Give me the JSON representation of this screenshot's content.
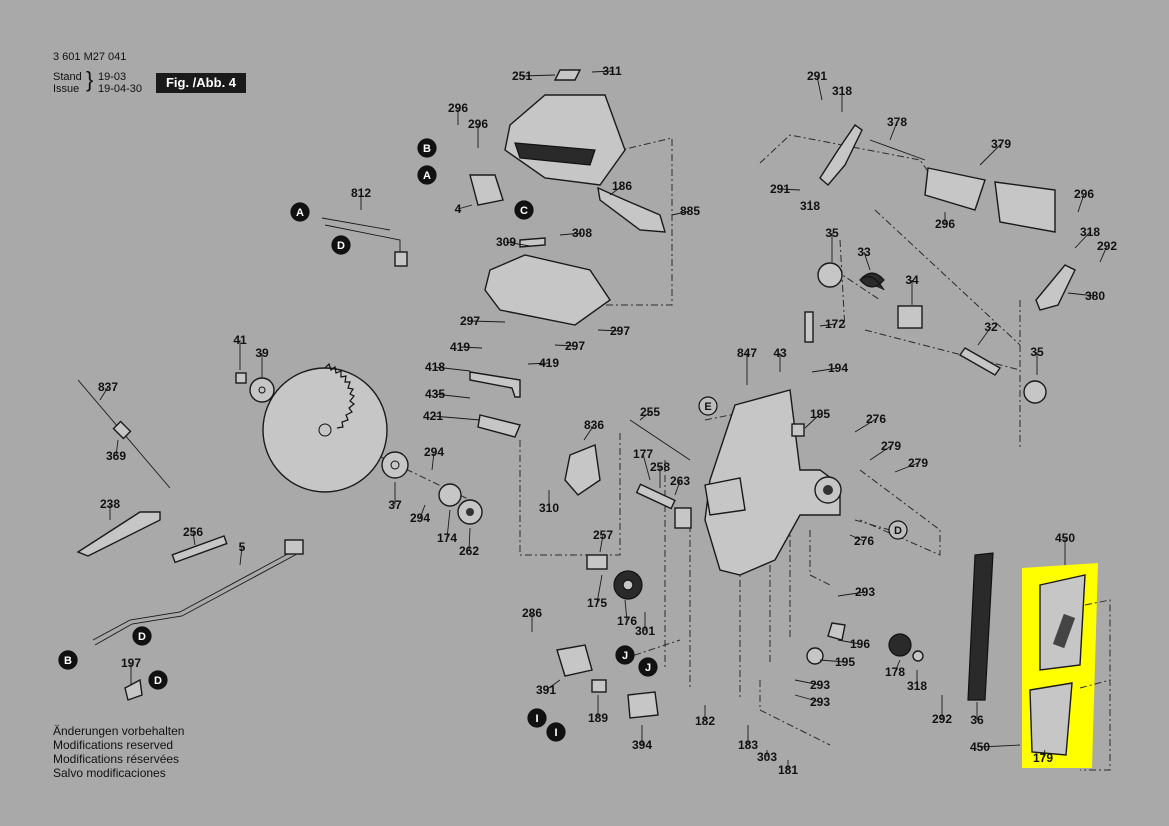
{
  "header": {
    "doc_number": "3 601 M27 041",
    "stand_label": "Stand",
    "issue_label": "Issue",
    "stand_date": "19-03",
    "issue_date": "19-04-30",
    "figure": "Fig. /Abb. 4"
  },
  "footer": {
    "lines": [
      "Änderungen vorbehalten",
      "Modifications reserved",
      "Modifications réservées",
      "Salvo modificaciones"
    ]
  },
  "highlight_color": "#ffff00",
  "part_labels": [
    "251",
    "311",
    "296",
    "296",
    "186",
    "885",
    "4",
    "309",
    "308",
    "812",
    "297",
    "297",
    "297",
    "291",
    "318",
    "378",
    "379",
    "291",
    "318",
    "296",
    "296",
    "318",
    "292",
    "380",
    "35",
    "33",
    "34",
    "172",
    "32",
    "35",
    "847",
    "43",
    "194",
    "195",
    "276",
    "279",
    "279",
    "276",
    "41",
    "39",
    "837",
    "369",
    "419",
    "419",
    "418",
    "435",
    "421",
    "255",
    "836",
    "177",
    "258",
    "263",
    "310",
    "257",
    "294",
    "294",
    "37",
    "174",
    "262",
    "238",
    "256",
    "5",
    "197",
    "286",
    "391",
    "189",
    "394",
    "182",
    "175",
    "176",
    "301",
    "183",
    "303",
    "181",
    "293",
    "293",
    "293",
    "196",
    "195",
    "178",
    "318",
    "292",
    "36",
    "450",
    "450",
    "179"
  ],
  "callout_letters": [
    "A",
    "B",
    "A",
    "B",
    "C",
    "D",
    "D",
    "B",
    "D",
    "E",
    "D",
    "I",
    "I",
    "J",
    "J"
  ]
}
